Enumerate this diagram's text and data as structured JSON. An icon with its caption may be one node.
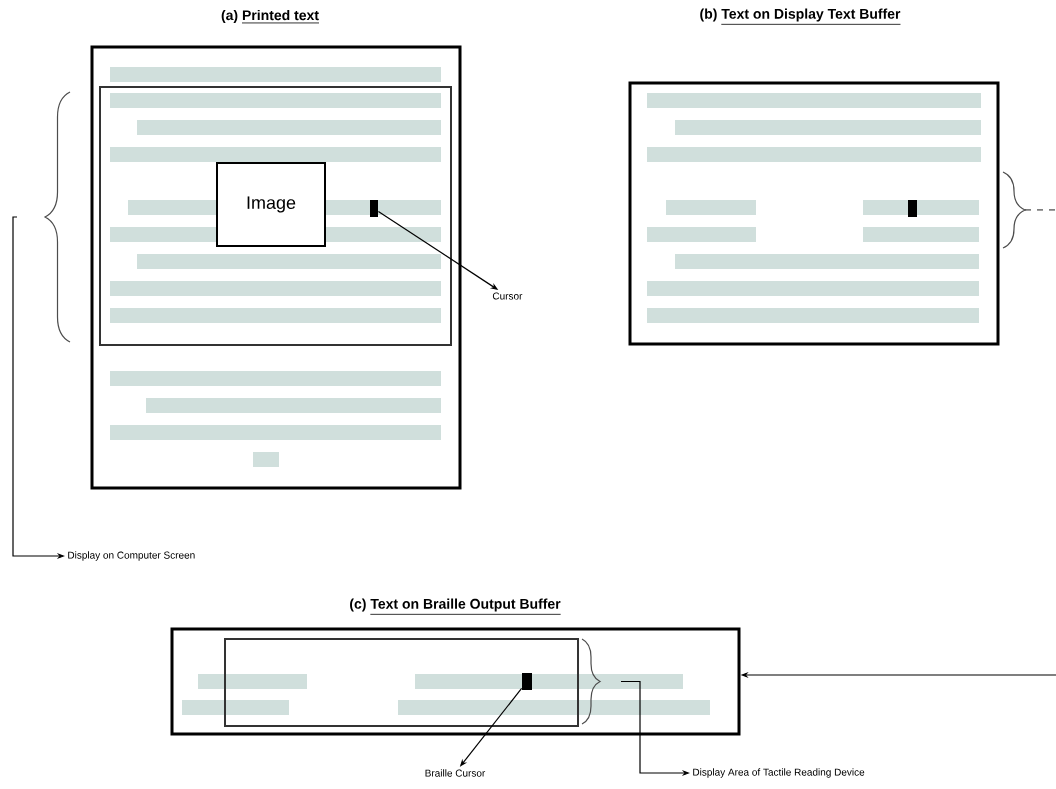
{
  "diagram": {
    "nodes": [
      {
        "text": [
          "(a)",
          "Printed text"
        ]
      },
      {
        "text": [],
        "shape": "box",
        "in": 0
      },
      {
        "text": [
          "Image"
        ],
        "in": 1
      },
      {
        "text": [],
        "shape": "bar",
        "in": 1
      },
      {
        "text": [
          "Cursor"
        ]
      },
      {
        "text": [
          "Display on Computer Screen"
        ]
      },
      {
        "text": [
          "(b)",
          "Text on Display Text Buffer"
        ]
      },
      {
        "text": [],
        "shape": "bar",
        "in": 6
      },
      {
        "text": [
          "(c)",
          "Text on Braille Output Buffer"
        ]
      },
      {
        "text": [],
        "shape": "box",
        "in": 8
      },
      {
        "text": [],
        "shape": "bar",
        "in": 9
      },
      {
        "text": [
          "Braille Cursor"
        ]
      },
      {
        "text": [
          "Display Area of Tactile Reading Device"
        ]
      }
    ],
    "edges": [
      {
        "from": 3,
        "to": 4,
        "arrow": "to"
      },
      {
        "from": 1,
        "to": 5,
        "arrow": "to"
      },
      {
        "from": 6,
        "to": null,
        "arrow": "none",
        "style": "dashed"
      },
      {
        "from": null,
        "to": 8,
        "arrow": "to"
      },
      {
        "from": 10,
        "to": 11,
        "arrow": "to"
      },
      {
        "from": 9,
        "to": 12,
        "arrow": "to"
      }
    ]
  }
}
